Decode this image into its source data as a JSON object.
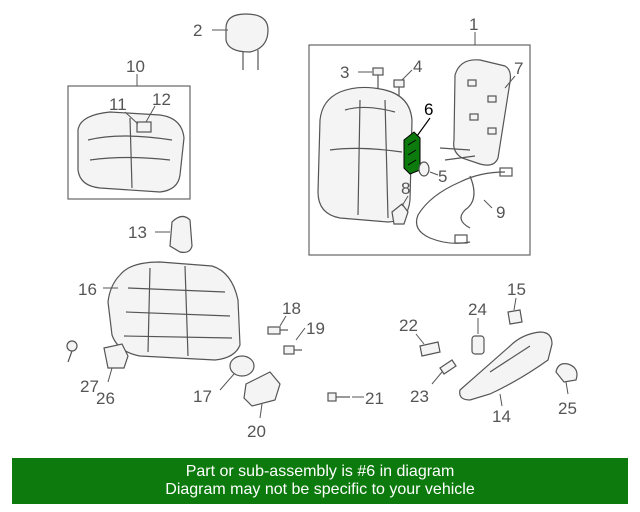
{
  "labels": {
    "l1": "1",
    "l2": "2",
    "l3": "3",
    "l4": "4",
    "l5": "5",
    "l6": "6",
    "l7": "7",
    "l8": "8",
    "l9": "9",
    "l10": "10",
    "l11": "11",
    "l12": "12",
    "l13": "13",
    "l14": "14",
    "l15": "15",
    "l16": "16",
    "l17": "17",
    "l18": "18",
    "l19": "19",
    "l20": "20",
    "l21": "21",
    "l22": "22",
    "l23": "23",
    "l24": "24",
    "l25": "25",
    "l26": "26",
    "l27": "27"
  },
  "highlight_color": "#0d7a0d",
  "banner": {
    "line1": "Part or sub-assembly is #6 in diagram",
    "line2": "Diagram may not be specific to your vehicle"
  }
}
